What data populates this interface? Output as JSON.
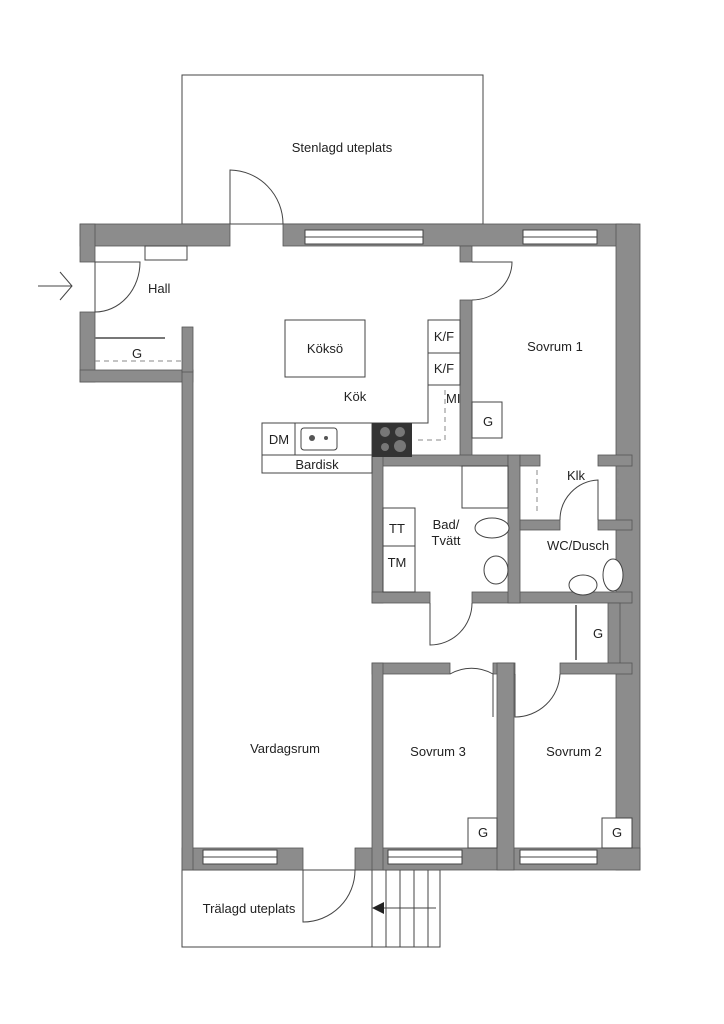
{
  "rooms": {
    "terrace_top": "Stenlagd uteplats",
    "hall": "Hall",
    "hall_closet": "G",
    "kitchen_island": "Köksö",
    "kitchen": "Kök",
    "fridge1": "K/F",
    "fridge2": "K/F",
    "microwave": "MI",
    "dishwasher": "DM",
    "bar": "Bardisk",
    "bedroom1": "Sovrum 1",
    "bedroom1_closet": "G",
    "walkin": "Klk",
    "bath_line1": "Bad/",
    "bath_line2": "Tvätt",
    "dryer": "TT",
    "washer": "TM",
    "wc": "WC/Dusch",
    "corridor_closet": "G",
    "living": "Vardagsrum",
    "bedroom3": "Sovrum 3",
    "bedroom3_closet": "G",
    "bedroom2": "Sovrum 2",
    "bedroom2_closet": "G",
    "terrace_bottom": "Trälagd uteplats"
  },
  "colors": {
    "wall": "#8c8c8c",
    "line": "#444444"
  }
}
